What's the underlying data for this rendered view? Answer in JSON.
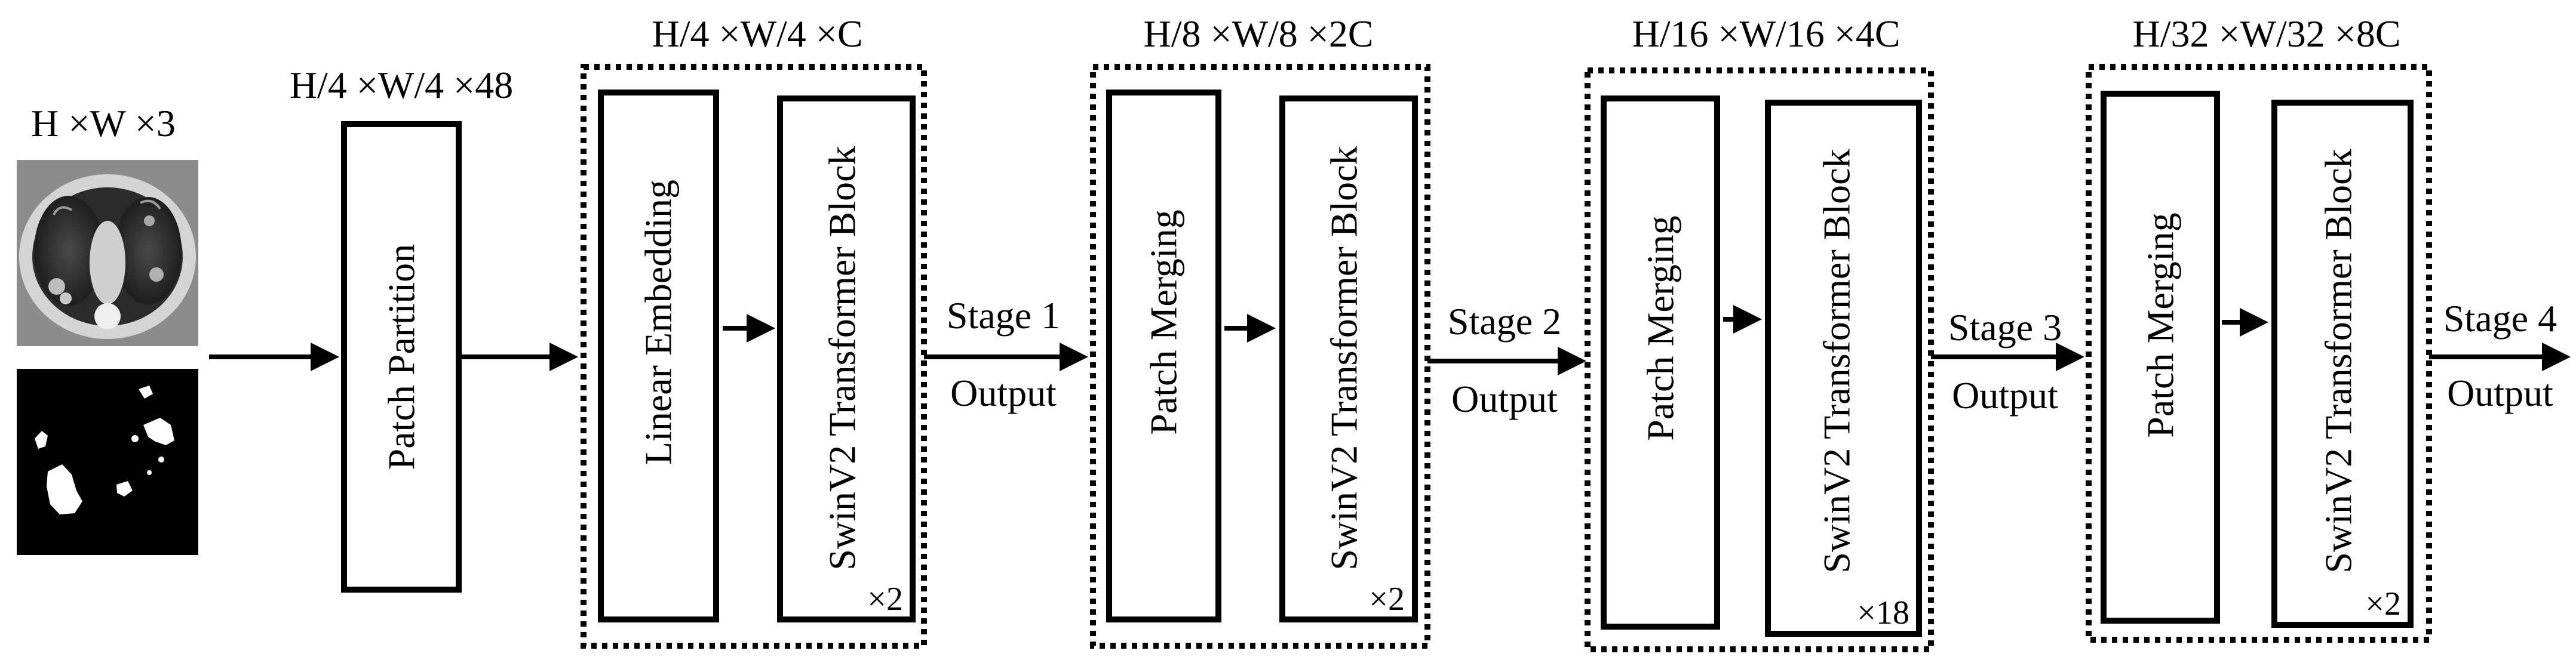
{
  "input": {
    "dims": "H ×W ×3",
    "ct_image": "chest-ct-slice",
    "mask_image": "lesion-mask"
  },
  "patch_partition": {
    "label": "Patch Partition",
    "dims": "H/4 ×W/4 ×48"
  },
  "stages": [
    {
      "dims": "H/4 ×W/4 ×C",
      "first_block": "Linear Embedding",
      "second_block": "SwinV2 Transformer Block",
      "repeat": "×2",
      "output_line1": "Stage 1",
      "output_line2": "Output"
    },
    {
      "dims": "H/8 ×W/8 ×2C",
      "first_block": "Patch Merging",
      "second_block": "SwinV2 Transformer Block",
      "repeat": "×2",
      "output_line1": "Stage 2",
      "output_line2": "Output"
    },
    {
      "dims": "H/16 ×W/16 ×4C",
      "first_block": "Patch Merging",
      "second_block": "SwinV2 Transformer Block",
      "repeat": "×18",
      "output_line1": "Stage 3",
      "output_line2": "Output"
    },
    {
      "dims": "H/32 ×W/32 ×8C",
      "first_block": "Patch Merging",
      "second_block": "SwinV2 Transformer Block",
      "repeat": "×2",
      "output_line1": "Stage 4",
      "output_line2": "Output"
    }
  ]
}
